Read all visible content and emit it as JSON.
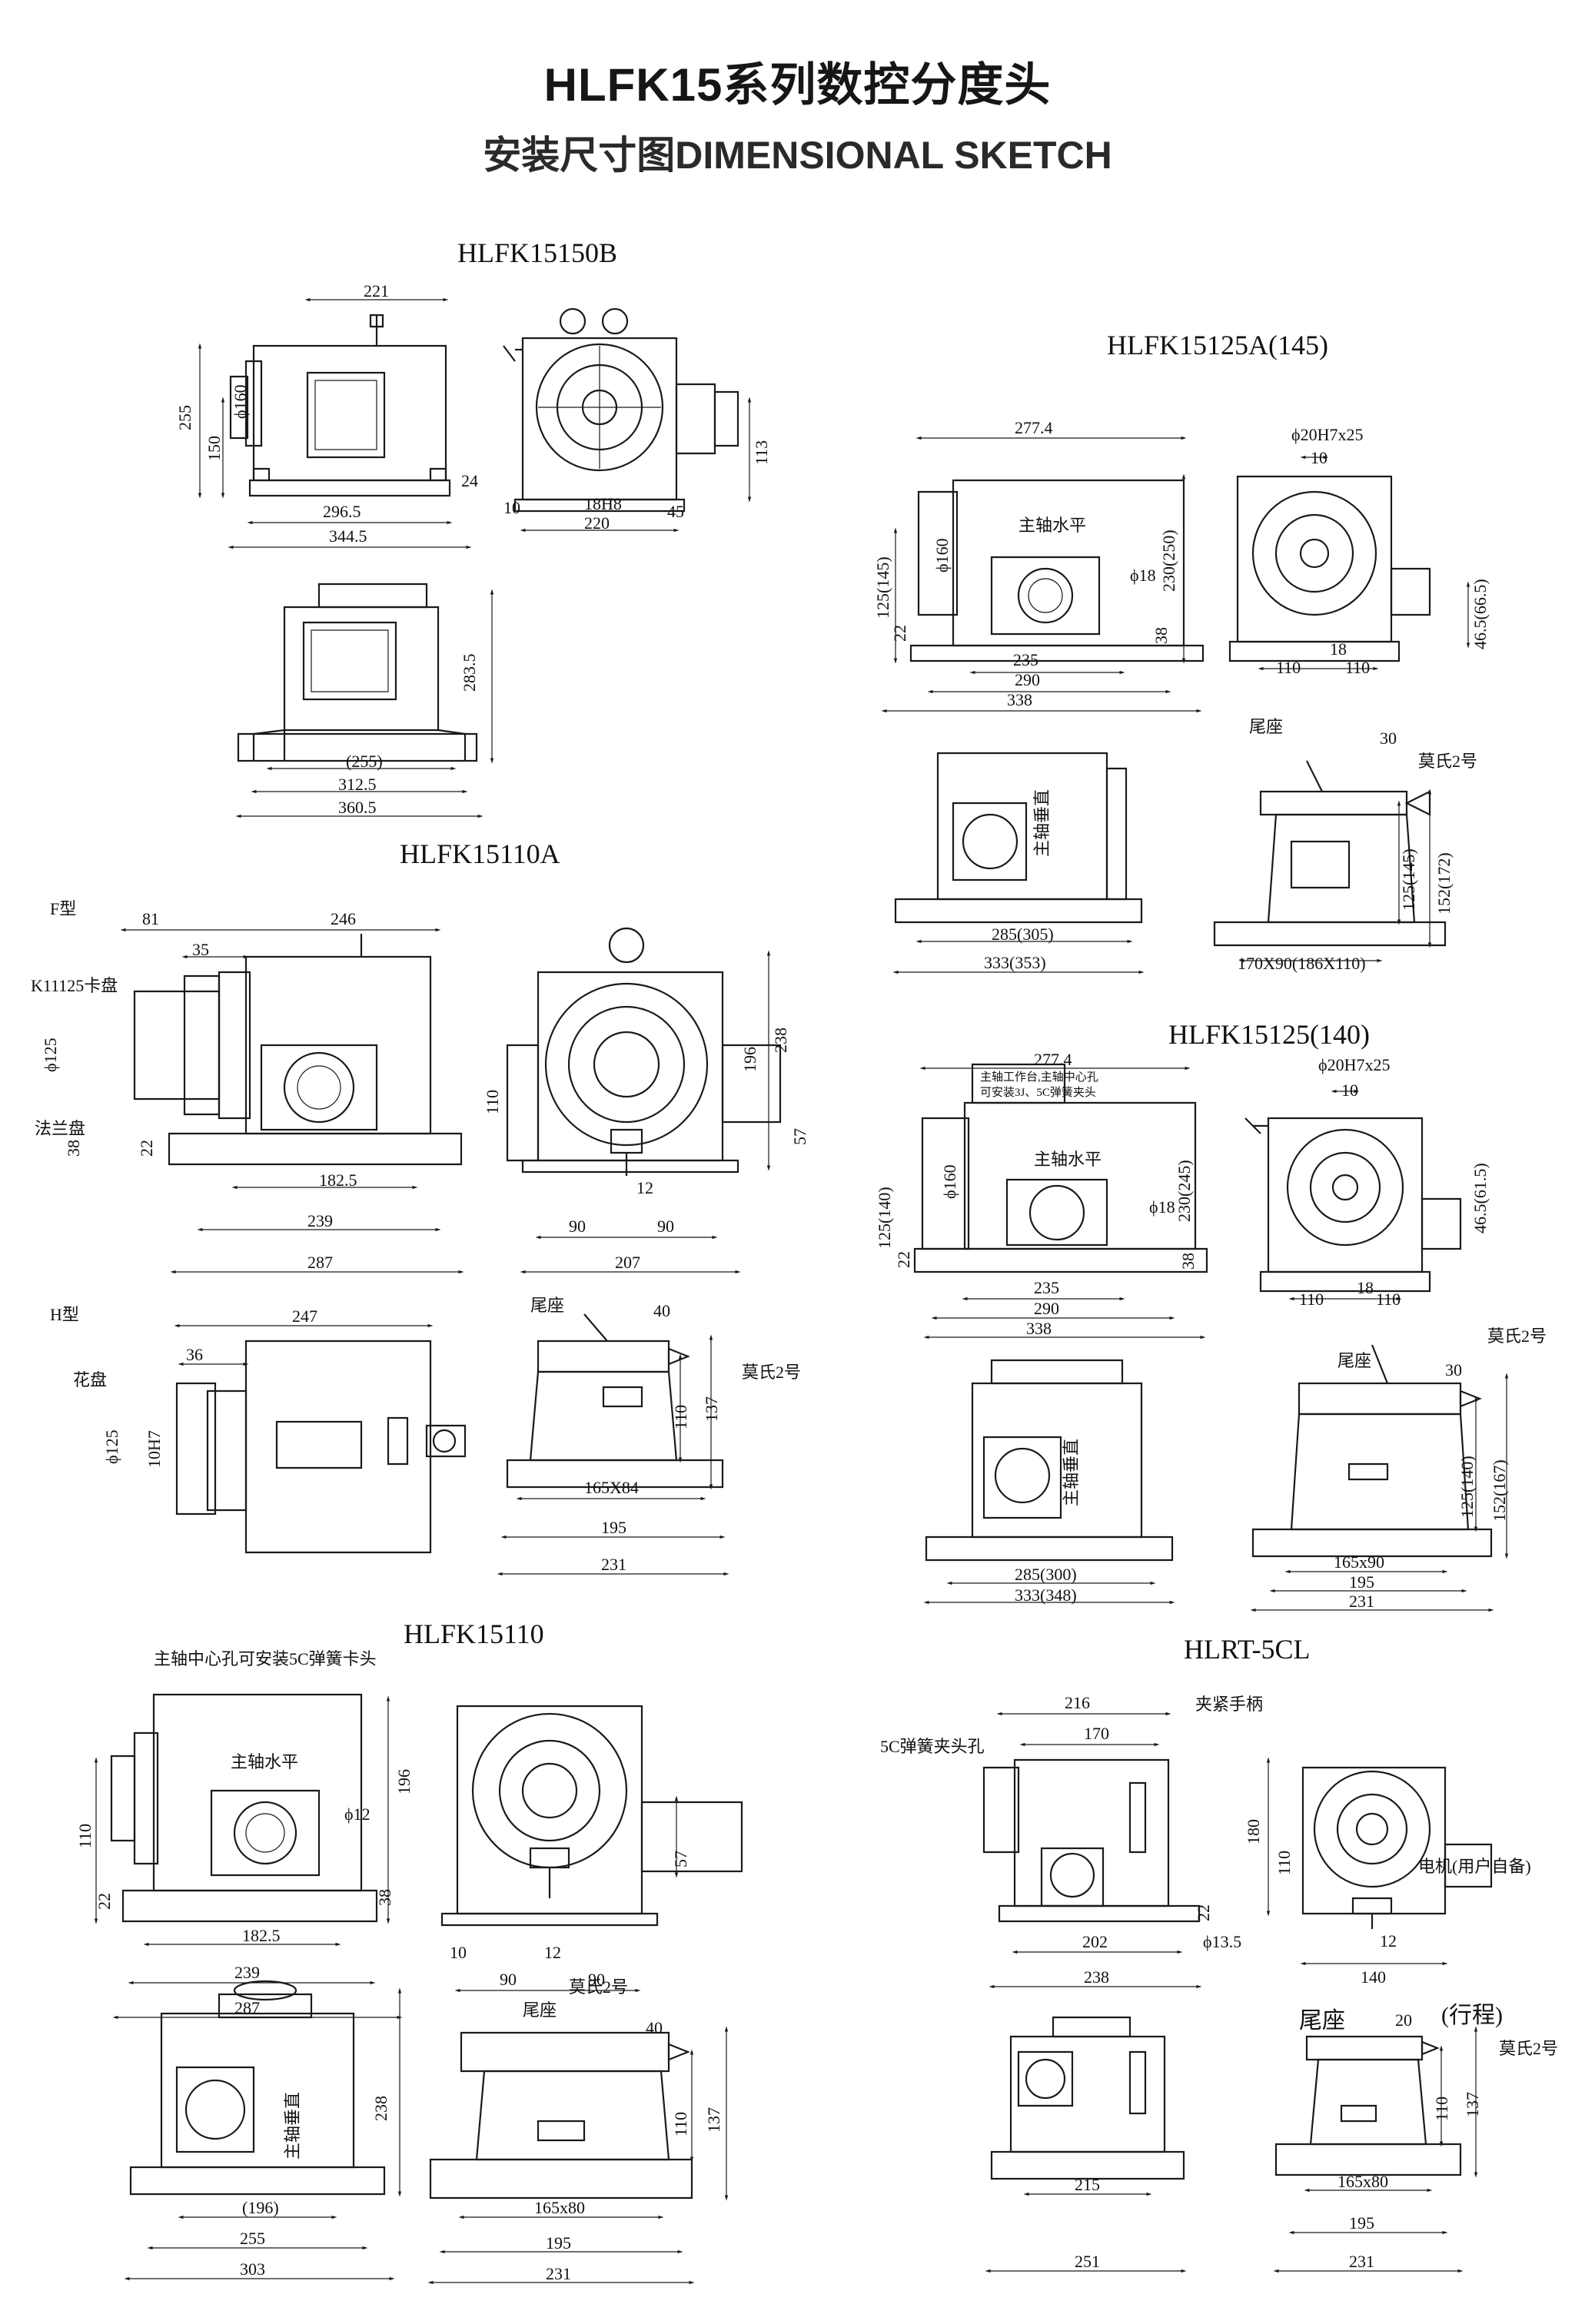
{
  "header": {
    "title": "HLFK15系列数控分度头",
    "subtitle": "安装尺寸图DIMENSIONAL SKETCH"
  },
  "models": {
    "m150b": "HLFK15150B",
    "m125a": "HLFK15125A(145)",
    "m110a": "HLFK15110A",
    "m125": "HLFK15125(140)",
    "m110": "HLFK15110",
    "hlrt": "HLRT-5CL"
  },
  "labels": {
    "f_type": "F型",
    "h_type": "H型",
    "k11125": "K11125卡盘",
    "flange": "法兰盘",
    "faceplate": "花盘",
    "tailstock": "尾座",
    "morse2": "莫氏2号",
    "spindle_h": "主轴水平",
    "spindle_v": "主轴垂直",
    "spindle_5c": "主轴中心孔可安装5C弹簧卡头",
    "spindle_note_1": "主轴工作台,主轴中心孔",
    "spindle_note_2": "可安装3J、5C弹簧夹头",
    "collet_hole": "5C弹簧夹头孔",
    "clamp_handle": "夹紧手柄",
    "motor_note": "电机(用户自备)",
    "stroke": "(行程)"
  },
  "dims": {
    "m150b": {
      "d221": "221",
      "d255": "255",
      "d150": "150",
      "phi160": "ϕ160",
      "d24": "24",
      "d296_5": "296.5",
      "d344_5": "344.5",
      "d113": "113",
      "d10": "10",
      "d18h8": "18H8",
      "d220": "220",
      "d45": "45",
      "d283_5": "283.5",
      "d255p": "(255)",
      "d312_5": "312.5",
      "d360_5": "360.5"
    },
    "m125a": {
      "d277_4": "277.4",
      "phi160": "ϕ160",
      "d125_145": "125(145)",
      "d22": "22",
      "phi18": "ϕ18",
      "d230_250": "230(250)",
      "d38": "38",
      "d235": "235",
      "d290": "290",
      "d338": "338",
      "phi20": "ϕ20H7x25",
      "d10": "10",
      "d18": "18",
      "d110a": "110",
      "d110b": "110",
      "d46_66": "46.5(66.5)",
      "d30": "30",
      "d125t": "125(145)",
      "d152": "152(172)",
      "d285": "285(305)",
      "d333": "333(353)",
      "d170": "170X90(186X110)"
    },
    "m110a": {
      "d81": "81",
      "d246": "246",
      "d35": "35",
      "phi125": "ϕ125",
      "d38": "38",
      "d22": "22",
      "d182_5": "182.5",
      "d239": "239",
      "d287": "287",
      "d110": "110",
      "d196": "196",
      "d238": "238",
      "d57": "57",
      "d12": "12",
      "d90a": "90",
      "d90b": "90",
      "d207": "207",
      "d247": "247",
      "d36": "36",
      "phi125h": "ϕ125",
      "d10h7": "10H7",
      "d40": "40",
      "d110t": "110",
      "d137": "137",
      "d165": "165X84",
      "d195": "195",
      "d231": "231"
    },
    "m125": {
      "d277_4": "277.4",
      "phi160": "ϕ160",
      "d125_140": "125(140)",
      "d22": "22",
      "phi18": "ϕ18",
      "d230_245": "230(245)",
      "d38": "38",
      "d235": "235",
      "d290": "290",
      "d338": "338",
      "phi20": "ϕ20H7x25",
      "d10": "10",
      "d46_61": "46.5(61.5)",
      "d110a": "110",
      "d18": "18",
      "d110b": "110",
      "d285": "285(300)",
      "d333": "333(348)",
      "d30": "30",
      "d125t": "125(140)",
      "d152": "152(167)",
      "d165": "165x90",
      "d195": "195",
      "d231": "231"
    },
    "m110": {
      "d110": "110",
      "d22": "22",
      "d196": "196",
      "phi12": "ϕ12",
      "d38": "38",
      "d182_5": "182.5",
      "d239": "239",
      "d287": "287",
      "d57": "57",
      "d10": "10",
      "d12": "12",
      "d90a": "90",
      "d90b": "90",
      "d238": "238",
      "d196p": "(196)",
      "d255": "255",
      "d303": "303",
      "d40": "40",
      "d110t": "110",
      "d137": "137",
      "d165": "165x80",
      "d195": "195",
      "d231": "231"
    },
    "hlrt": {
      "d216": "216",
      "d170": "170",
      "d22": "22",
      "d202": "202",
      "phi13_5": "ϕ13.5",
      "d238": "238",
      "d180": "180",
      "d110": "110",
      "d12": "12",
      "d140": "140",
      "d20": "20",
      "d110t": "110",
      "d137": "137",
      "d165": "165x80",
      "d195": "195",
      "d215": "215",
      "d251": "251",
      "d231": "231"
    }
  }
}
